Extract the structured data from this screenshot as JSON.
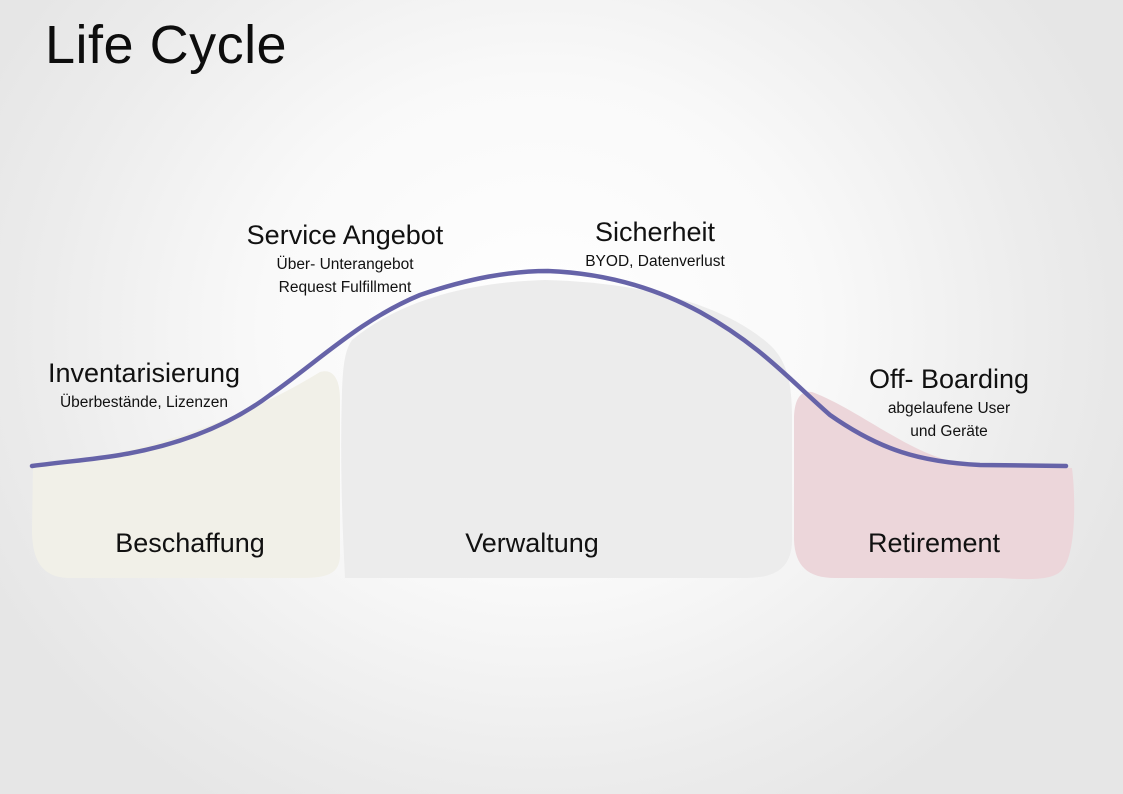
{
  "title": "Life Cycle",
  "milestones": [
    {
      "heading": "Inventarisierung",
      "lines": [
        "Überbestände, Lizenzen"
      ]
    },
    {
      "heading": "Service Angebot",
      "lines": [
        "Über- Unterangebot",
        "Request Fulfillment"
      ]
    },
    {
      "heading": "Sicherheit",
      "lines": [
        "BYOD, Datenverlust"
      ]
    },
    {
      "heading": "Off- Boarding",
      "lines": [
        "abgelaufene User",
        "und Geräte"
      ]
    }
  ],
  "phases": [
    "Beschaffung",
    "Verwaltung",
    "Retirement"
  ],
  "colors": {
    "curve": "#6663a8",
    "beschaffung": "#f1f0e8",
    "verwaltung": "#ececec",
    "retirement": "#ecd6da"
  }
}
